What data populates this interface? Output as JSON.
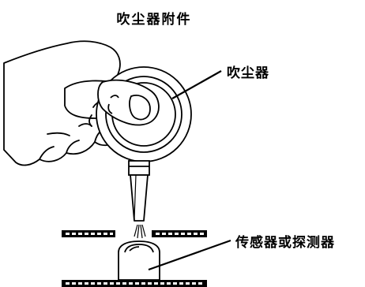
{
  "figure": {
    "title": "吹尘器附件",
    "labels": {
      "blower": "吹尘器",
      "sensor": "传感器或探测器"
    },
    "colors": {
      "line": "#000000",
      "background": "#ffffff"
    }
  }
}
